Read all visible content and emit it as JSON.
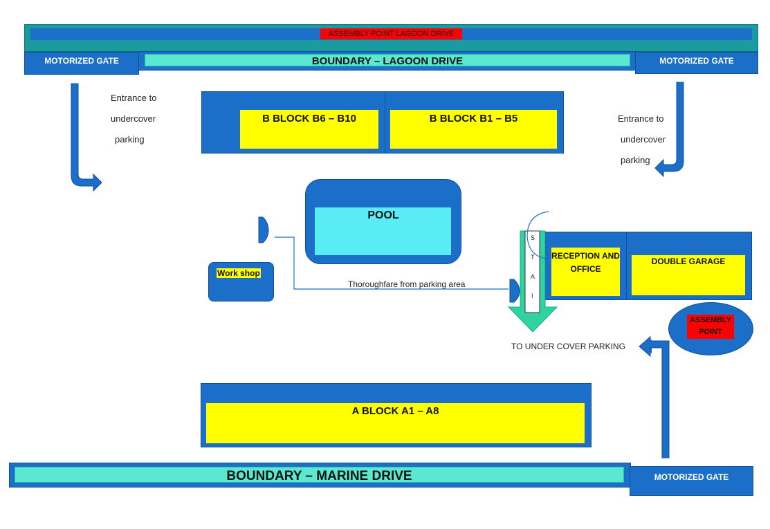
{
  "top": {
    "assembly_banner": "ASSEMBLY POINT LAGOON DRIVE",
    "boundary_label": "BOUNDARY – LAGOON DRIVE",
    "gate_left": "MOTORIZED GATE",
    "gate_right": "MOTORIZED GATE"
  },
  "entrance_left": [
    "Entrance to",
    "undercover",
    "parking"
  ],
  "entrance_right": [
    "Entrance to",
    "undercover",
    "parking"
  ],
  "b_block": {
    "left": "B BLOCK B6 – B10",
    "right": "B BLOCK B1 – B5"
  },
  "pool": "POOL",
  "workshop": "Work shop",
  "thoroughfare": "Thoroughfare from parking area",
  "stairs": [
    "S",
    "T",
    "A",
    "I"
  ],
  "reception": "RECEPTION AND OFFICE",
  "double_garage": "DOUBLE GARAGE",
  "assembly_point": "ASSEMBLY POINT",
  "to_under_cover": "TO UNDER COVER PARKING",
  "a_block": "A BLOCK A1 – A8",
  "bottom": {
    "boundary_label": "BOUNDARY – MARINE DRIVE",
    "gate": "MOTORIZED GATE"
  },
  "colors": {
    "block_blue": "#1b6fc9",
    "boundary_teal": "#1a9b9f",
    "boundary_aqua": "#5ae8d0",
    "pool_cyan": "#59ecf4",
    "unit_yellow": "#ffff00",
    "assembly_red": "#ff0000",
    "stair_arrow_green": "#2ed3a0"
  }
}
